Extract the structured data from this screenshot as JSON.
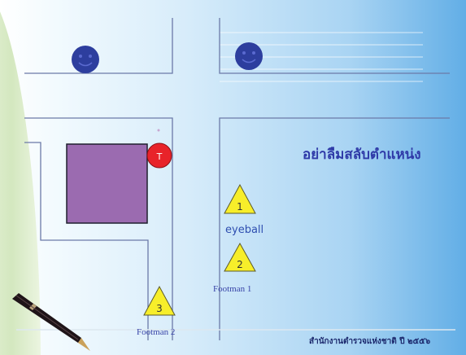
{
  "slide": {
    "title": "อย่าลืมสลับตำแหน่ง",
    "footer": "สำนักงานตำรวจแห่งชาติ ปี ๒๕๕๖"
  },
  "diagram": {
    "target_label": "T",
    "eyeball_label": "eyeball",
    "markers": [
      {
        "number": "1"
      },
      {
        "number": "2"
      },
      {
        "number": "3"
      }
    ],
    "footman_1_label": "Footman 1",
    "footman_2_label": "Footman 2"
  },
  "colors": {
    "smiley_fill": "#2d3e9e",
    "building_fill": "#9b6bb0",
    "target_fill": "#e8232a",
    "marker_fill": "#f7ee2a",
    "title_color": "#2f3aa8"
  },
  "icons": {
    "smiley": "smiley-face-icon",
    "pen": "pen-icon"
  }
}
